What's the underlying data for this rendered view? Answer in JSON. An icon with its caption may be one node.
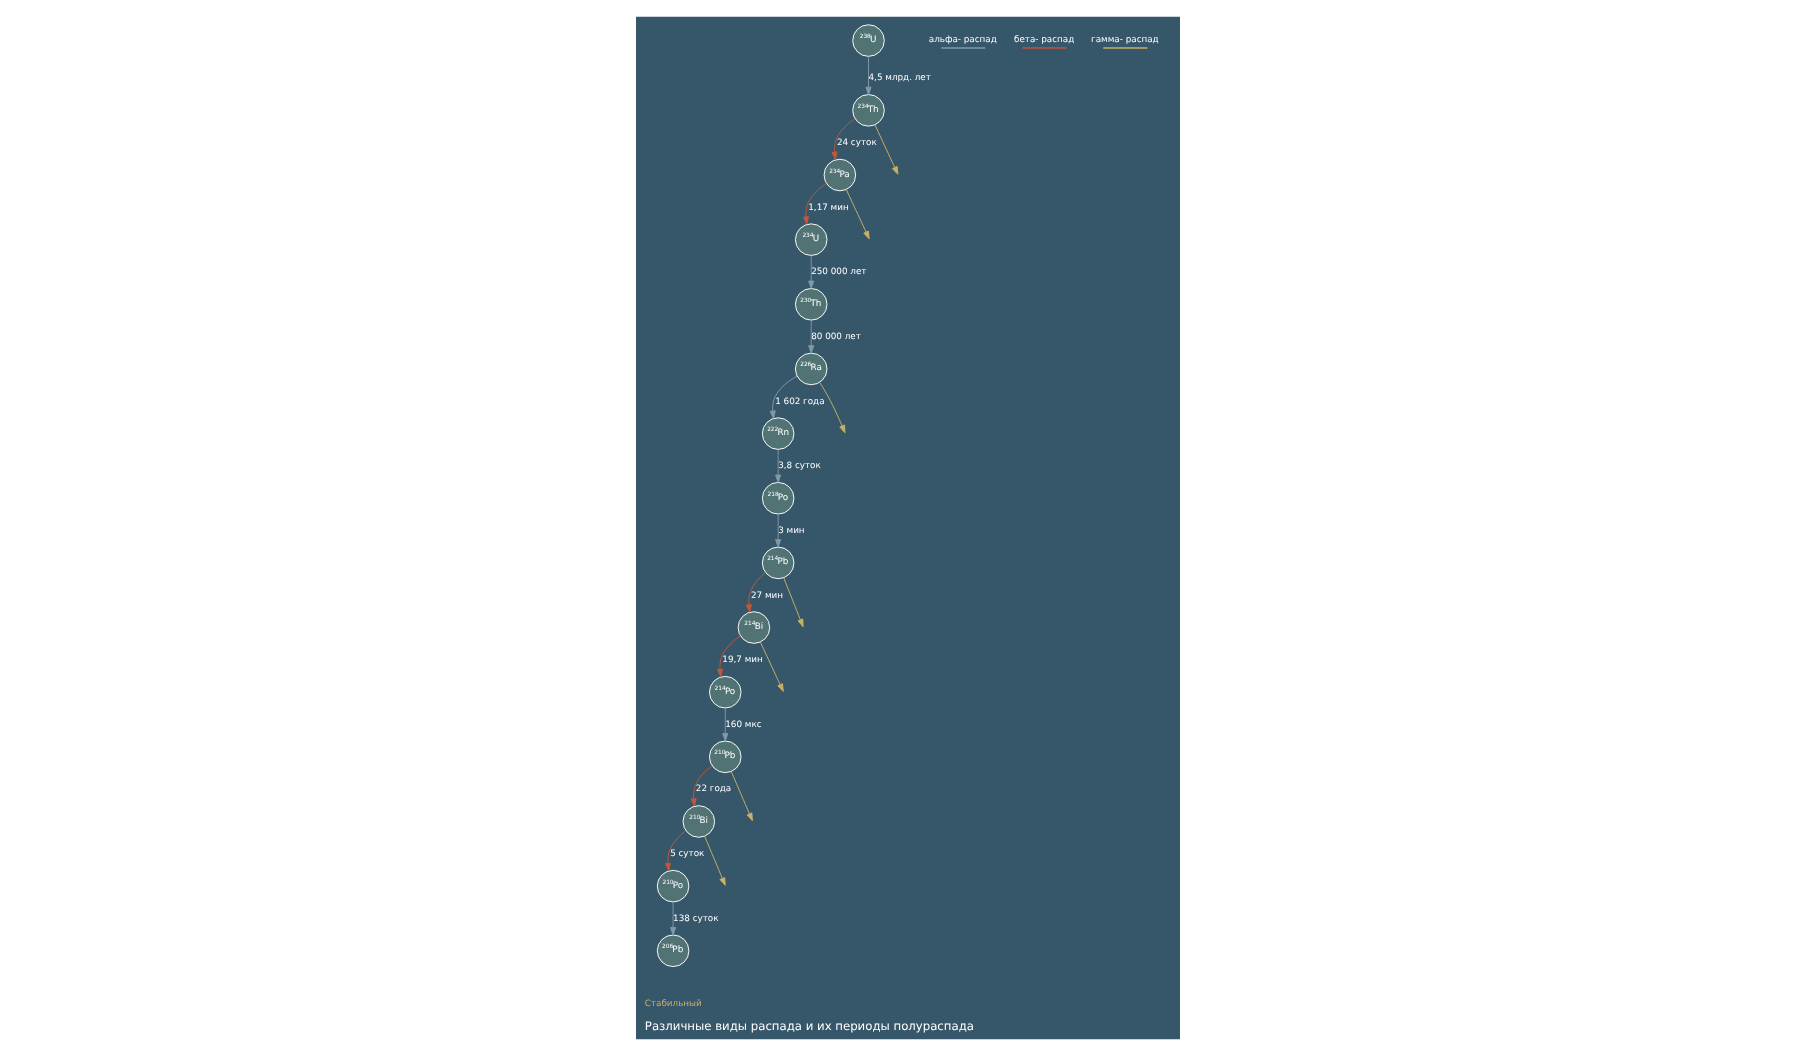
{
  "diagram": {
    "caption": "Различные виды распада и их периоды полураспада",
    "nodes": [
      {
        "text": [
          "$^{238}$U"
        ]
      },
      {
        "text": [
          "$^{234}$Th"
        ]
      },
      {
        "text": [
          "$^{234}$Pa"
        ]
      },
      {
        "text": [
          "$^{234}$U"
        ]
      },
      {
        "text": [
          "$^{230}$Th"
        ]
      },
      {
        "text": [
          "$^{226}$Ra"
        ]
      },
      {
        "text": [
          "$^{222}$Rn"
        ]
      },
      {
        "text": [
          "$^{218}$Po"
        ]
      },
      {
        "text": [
          "$^{214}$Pb"
        ]
      },
      {
        "text": [
          "$^{214}$Bi"
        ]
      },
      {
        "text": [
          "$^{214}$Po"
        ]
      },
      {
        "text": [
          "$^{210}$Pb"
        ]
      },
      {
        "text": [
          "$^{210}$Bi"
        ]
      },
      {
        "text": [
          "$^{210}$Po"
        ]
      },
      {
        "text": [
          "$^{206}$Pb"
        ],
        "beside": [
          "Стабильный"
        ]
      }
    ],
    "edges": [
      {
        "from": 0,
        "to": 1,
        "arrow": "to",
        "label": "4,5 млрд. лет"
      },
      {
        "from": 1,
        "to": 2,
        "arrow": "to",
        "label": "24 суток",
        "color": "#c0573a"
      },
      {
        "from": 1,
        "to": null,
        "arrow": "to",
        "color": "#c9b068"
      },
      {
        "from": 2,
        "to": null,
        "arrow": "to",
        "color": "#c9b068"
      },
      {
        "from": 2,
        "to": 3,
        "arrow": "to",
        "label": "1,17 мин",
        "color": "#c0573a"
      },
      {
        "from": 3,
        "to": 4,
        "arrow": "to",
        "label": "250 000 лет"
      },
      {
        "from": 4,
        "to": 5,
        "arrow": "to",
        "label": "80 000 лет"
      },
      {
        "from": 5,
        "to": null,
        "arrow": "to",
        "color": "#c9b068"
      },
      {
        "from": 5,
        "to": 6,
        "arrow": "to",
        "label": "1 602 года"
      },
      {
        "from": 6,
        "to": 7,
        "arrow": "to",
        "label": "3,8 суток"
      },
      {
        "from": 7,
        "to": 8,
        "arrow": "to",
        "label": "3 мин"
      },
      {
        "from": 8,
        "to": 9,
        "arrow": "to",
        "label": "27 мин",
        "color": "#c0573a"
      },
      {
        "from": 8,
        "to": null,
        "arrow": "to",
        "color": "#c9b068"
      },
      {
        "from": 9,
        "to": null,
        "arrow": "to",
        "color": "#c9b068"
      },
      {
        "from": 9,
        "to": 10,
        "arrow": "to",
        "label": "19,7 мин",
        "color": "#c0573a"
      },
      {
        "from": 10,
        "to": 11,
        "arrow": "to",
        "label": "160 мкс"
      },
      {
        "from": 11,
        "to": 12,
        "arrow": "to",
        "label": "22 года",
        "color": "#c0573a"
      },
      {
        "from": 11,
        "to": null,
        "arrow": "to",
        "color": "#c9b068"
      },
      {
        "from": 12,
        "to": null,
        "arrow": "to",
        "color": "#c9b068"
      },
      {
        "from": 12,
        "to": 13,
        "arrow": "to",
        "label": "5 суток",
        "color": "#c0573a"
      },
      {
        "from": 13,
        "to": 14,
        "arrow": "to",
        "label": "138 суток"
      }
    ],
    "legend": [
      {
        "text": "альфа- распад"
      },
      {
        "text": "бета- распад"
      },
      {
        "text": "гамма- распад"
      }
    ]
  }
}
